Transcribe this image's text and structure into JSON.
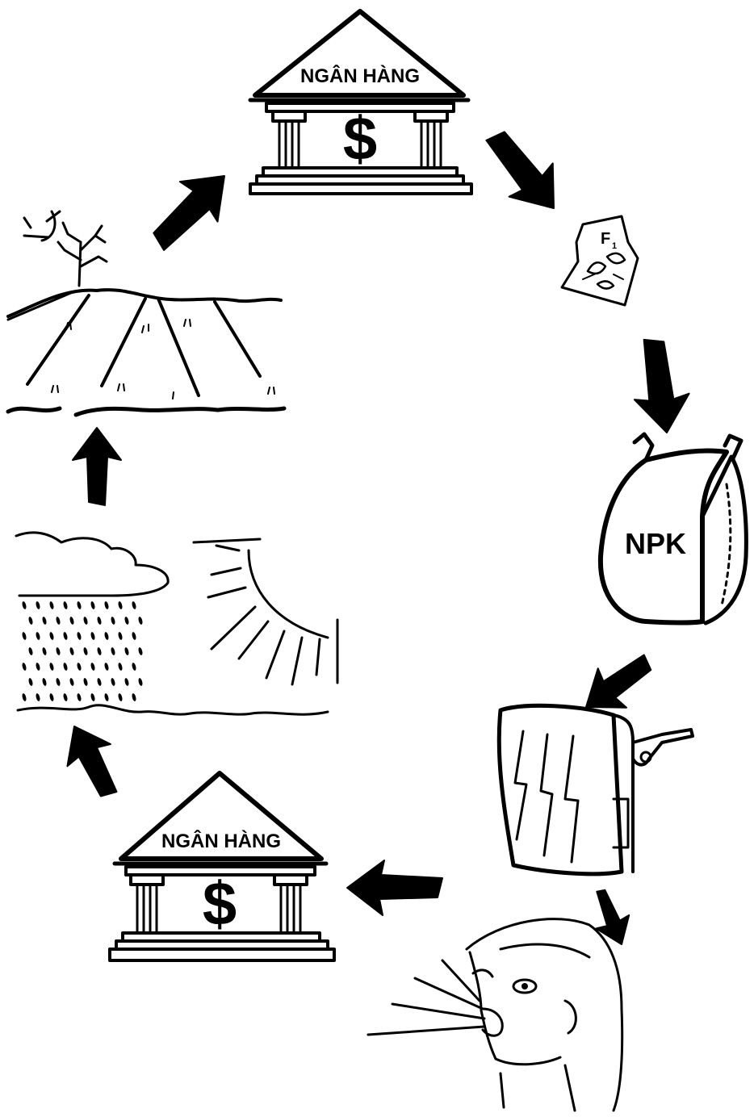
{
  "diagram": {
    "bank_top": {
      "label": "NGÂN HÀNG",
      "symbol": "$"
    },
    "bank_bottom": {
      "label": "NGÂN HÀNG",
      "symbol": "$"
    },
    "seed_packet": {
      "label": "F",
      "subscript": "1"
    },
    "fertilizer_bag": {
      "label": "NPK"
    }
  },
  "colors": {
    "ink": "#000000",
    "paper": "#ffffff"
  },
  "icons": [
    "bank-icon",
    "seed-packet-icon",
    "fertilizer-bag-icon",
    "pesticide-sprayer-icon",
    "farmer-face-icon",
    "weather-icon",
    "field-icon",
    "arrow-icon"
  ]
}
